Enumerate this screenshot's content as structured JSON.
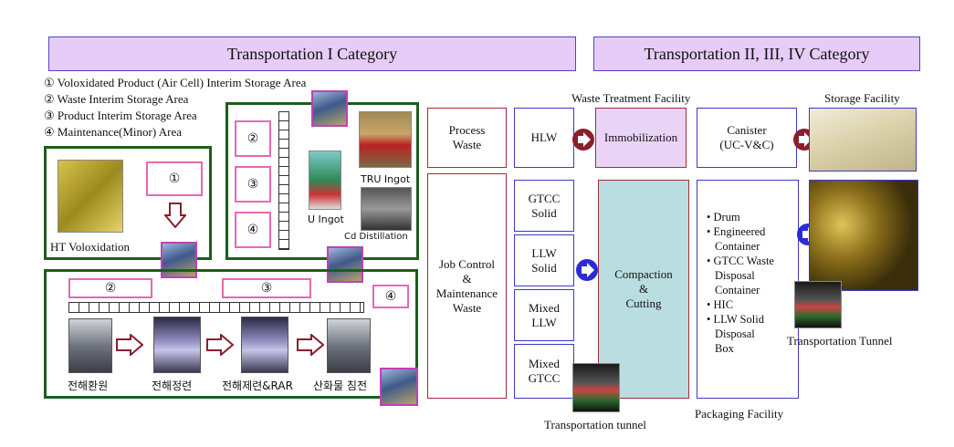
{
  "headers": {
    "cat1": "Transportation I Category",
    "cat2": "Transportation II, III, IV Category"
  },
  "legend": [
    "① Voloxidated Product (Air Cell) Interim Storage Area",
    "② Waste Interim Storage Area",
    "③ Product Interim Storage Area",
    "④ Maintenance(Minor) Area"
  ],
  "left_panel": {
    "ht_voloxidation": "HT Voloxidation",
    "box1": "①",
    "box2": "②",
    "box3": "③",
    "box4": "④",
    "u_ingot": "U Ingot",
    "tru_ingot": "TRU Ingot",
    "cd_distillation": "Cd Distillation",
    "bottom_box2": "②",
    "bottom_box3": "③",
    "bottom_box4": "④",
    "steps": [
      "전해환원",
      "전해정련",
      "전해제련&RAR",
      "산화물 침전"
    ]
  },
  "right_panel": {
    "waste_treatment_facility": "Waste Treatment Facility",
    "storage_facility": "Storage Facility",
    "process_waste": [
      "Process",
      "Waste"
    ],
    "job_control": [
      "Job Control",
      "&",
      "Maintenance",
      "Waste"
    ],
    "hlw": "HLW",
    "immobilization": "Immobilization",
    "canister": [
      "Canister",
      "(UC-V&C)"
    ],
    "gtcc_solid": [
      "GTCC",
      "Solid"
    ],
    "llw_solid": [
      "LLW",
      "Solid"
    ],
    "mixed_llw": [
      "Mixed",
      "LLW"
    ],
    "mixed_gtcc": [
      "Mixed",
      "GTCC"
    ],
    "compaction": [
      "Compaction",
      "&",
      "Cutting"
    ],
    "packaging_items": [
      "• Drum",
      "• Engineered",
      "Container",
      "• GTCC Waste",
      "Disposal",
      "Container",
      "• HIC",
      "• LLW Solid",
      "Disposal",
      "Box"
    ],
    "transportation_tunnel_right": "Transportation Tunnel",
    "transportation_tunnel_bottom": "Transportation tunnel",
    "packaging_facility": "Packaging Facility"
  },
  "colors": {
    "header_fill": "#e6ccf6",
    "header_border": "#4d44c8",
    "green_border": "#1c5e1c",
    "pink_border": "#e868b0",
    "red_border": "#a32b3a",
    "blue_border": "#3a3ac8",
    "immobilization_fill": "#ead4f6",
    "compaction_fill": "#b9dde0",
    "arrow_red": "#8b1e2b",
    "arrow_blue": "#2b2bd8"
  }
}
